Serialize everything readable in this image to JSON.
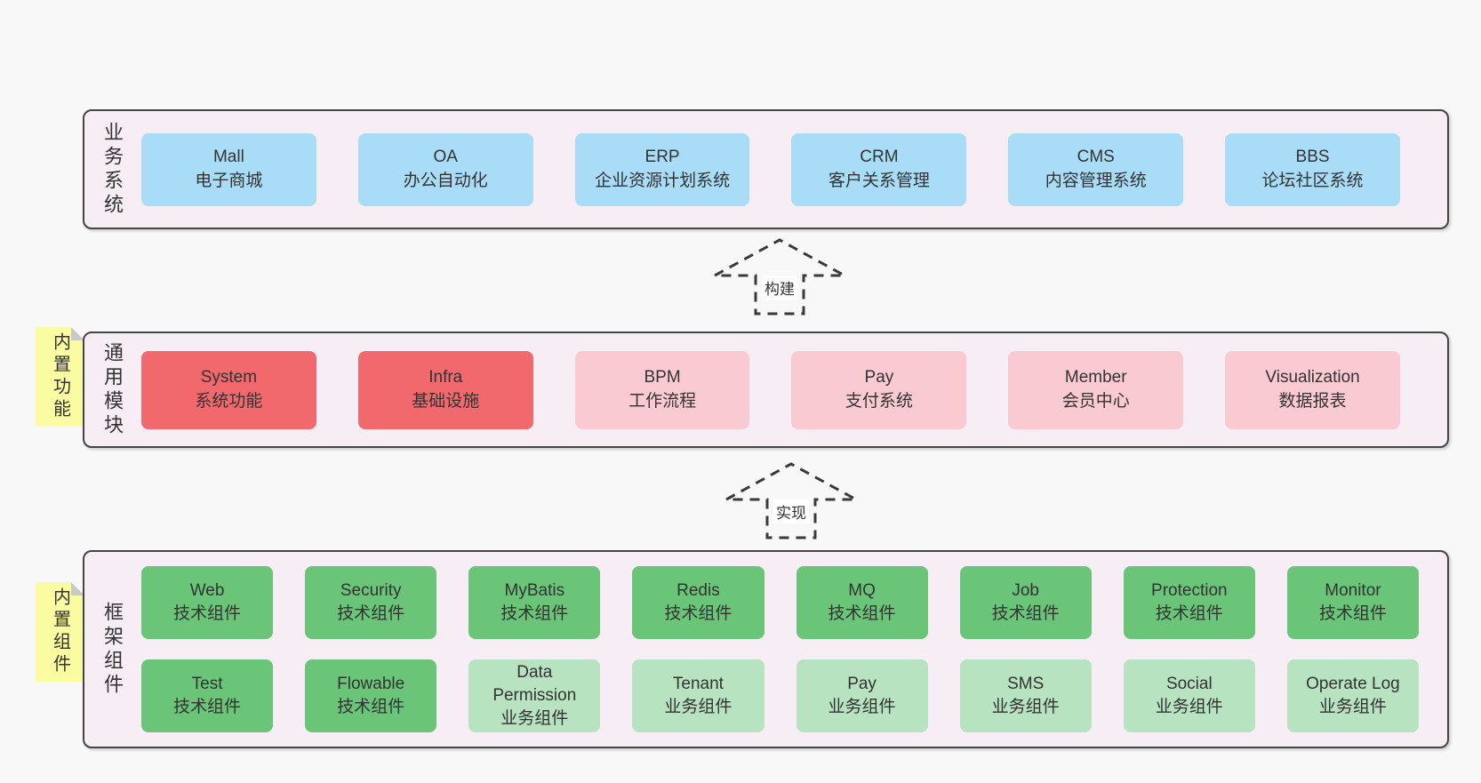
{
  "layers": {
    "business": {
      "label_vertical": "业务系统",
      "items": [
        {
          "en": "Mall",
          "zh": "电子商城"
        },
        {
          "en": "OA",
          "zh": "办公自动化"
        },
        {
          "en": "ERP",
          "zh": "企业资源计划系统"
        },
        {
          "en": "CRM",
          "zh": "客户关系管理"
        },
        {
          "en": "CMS",
          "zh": "内容管理系统"
        },
        {
          "en": "BBS",
          "zh": "论坛社区系统"
        }
      ]
    },
    "modules": {
      "label_vertical": "通用模块",
      "note": "内置功能",
      "items": [
        {
          "en": "System",
          "zh": "系统功能",
          "variant": "red"
        },
        {
          "en": "Infra",
          "zh": "基础设施",
          "variant": "red"
        },
        {
          "en": "BPM",
          "zh": "工作流程",
          "variant": "pink"
        },
        {
          "en": "Pay",
          "zh": "支付系统",
          "variant": "pink"
        },
        {
          "en": "Member",
          "zh": "会员中心",
          "variant": "pink"
        },
        {
          "en": "Visualization",
          "zh": "数据报表",
          "variant": "pink"
        }
      ]
    },
    "components": {
      "label_vertical": "框架组件",
      "note": "内置组件",
      "row1": [
        {
          "en": "Web",
          "zh": "技术组件",
          "variant": "green-dark"
        },
        {
          "en": "Security",
          "zh": "技术组件",
          "variant": "green-dark"
        },
        {
          "en": "MyBatis",
          "zh": "技术组件",
          "variant": "green-dark"
        },
        {
          "en": "Redis",
          "zh": "技术组件",
          "variant": "green-dark"
        },
        {
          "en": "MQ",
          "zh": "技术组件",
          "variant": "green-dark"
        },
        {
          "en": "Job",
          "zh": "技术组件",
          "variant": "green-dark"
        },
        {
          "en": "Protection",
          "zh": "技术组件",
          "variant": "green-dark"
        },
        {
          "en": "Monitor",
          "zh": "技术组件",
          "variant": "green-dark"
        }
      ],
      "row2": [
        {
          "en": "Test",
          "zh": "技术组件",
          "variant": "green-dark"
        },
        {
          "en": "Flowable",
          "zh": "技术组件",
          "variant": "green-dark"
        },
        {
          "en": "Data Permission",
          "zh": "业务组件",
          "variant": "green-light"
        },
        {
          "en": "Tenant",
          "zh": "业务组件",
          "variant": "green-light"
        },
        {
          "en": "Pay",
          "zh": "业务组件",
          "variant": "green-light"
        },
        {
          "en": "SMS",
          "zh": "业务组件",
          "variant": "green-light"
        },
        {
          "en": "Social",
          "zh": "业务组件",
          "variant": "green-light"
        },
        {
          "en": "Operate Log",
          "zh": "业务组件",
          "variant": "green-light"
        }
      ]
    }
  },
  "arrows": {
    "build": "构建",
    "implement": "实现"
  },
  "colors": {
    "blue": "#a9dcf6",
    "red": "#f1686d",
    "pink": "#facad3",
    "green_dark": "#6ac578",
    "green_light": "#b7e3c0",
    "note_yellow": "#fbfba2",
    "container_bg": "#f7edf5"
  }
}
